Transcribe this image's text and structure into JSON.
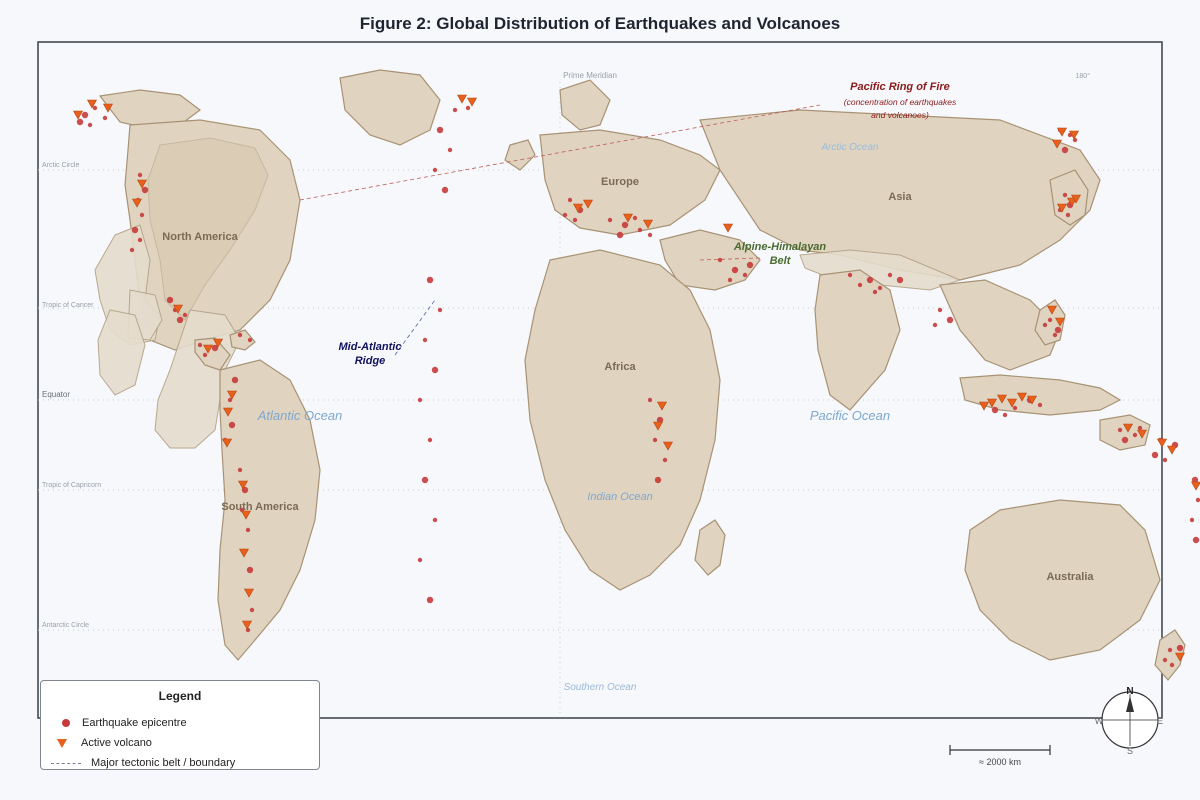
{
  "title": "Figure 2: Global Distribution of Earthquakes and Volcanoes",
  "colors": {
    "earthquake": "#c63a3a",
    "volcano": "#e8601c",
    "volcano_stroke": "#b54710",
    "ring_of_fire": "#8b1a1a",
    "ridge": "#12125e",
    "alpine": "#4a6b2f"
  },
  "continents": {
    "north_america": "North America",
    "south_america": "South America",
    "europe": "Europe",
    "africa": "Africa",
    "asia": "Asia",
    "australia": "Australia"
  },
  "oceans": {
    "atlantic": "Atlantic Ocean",
    "pacific": "Pacific Ocean",
    "indian": "Indian Ocean",
    "arctic": "Arctic Ocean",
    "southern": "Southern Ocean"
  },
  "grid": {
    "arctic_circle": "Arctic Circle",
    "tropic_cancer": "Tropic of Cancer",
    "equator": "Equator",
    "tropic_capricorn": "Tropic of Capricorn",
    "antarctic_circle": "Antarctic Circle",
    "prime_meridian": "Prime Meridian",
    "antimeridian": "180°"
  },
  "annotations": {
    "ring_title": "Pacific Ring of Fire",
    "ring_sub1": "(concentration of earthquakes",
    "ring_sub2": "and volcanoes)",
    "ridge_line1": "Mid-Atlantic",
    "ridge_line2": "Ridge",
    "alpine_line1": "Alpine-Himalayan",
    "alpine_line2": "Belt"
  },
  "legend": {
    "title": "Legend",
    "earthquake": "Earthquake epicentre",
    "volcano": "Active volcano",
    "belt": "Major tectonic belt / boundary"
  },
  "scale_label": "≈ 2000 km",
  "compass": {
    "n": "N",
    "s": "S",
    "e": "E",
    "w": "W"
  },
  "earthquakes": [
    [
      85,
      115
    ],
    [
      105,
      118
    ],
    [
      95,
      108
    ],
    [
      80,
      122
    ],
    [
      90,
      125
    ],
    [
      140,
      175
    ],
    [
      145,
      190
    ],
    [
      138,
      200
    ],
    [
      142,
      215
    ],
    [
      135,
      230
    ],
    [
      140,
      240
    ],
    [
      132,
      250
    ],
    [
      170,
      300
    ],
    [
      175,
      310
    ],
    [
      185,
      315
    ],
    [
      180,
      320
    ],
    [
      200,
      345
    ],
    [
      205,
      355
    ],
    [
      215,
      348
    ],
    [
      240,
      335
    ],
    [
      250,
      340
    ],
    [
      235,
      380
    ],
    [
      230,
      400
    ],
    [
      228,
      410
    ],
    [
      232,
      425
    ],
    [
      225,
      440
    ],
    [
      240,
      470
    ],
    [
      245,
      490
    ],
    [
      242,
      510
    ],
    [
      248,
      530
    ],
    [
      250,
      570
    ],
    [
      252,
      610
    ],
    [
      248,
      630
    ],
    [
      440,
      130
    ],
    [
      450,
      150
    ],
    [
      435,
      170
    ],
    [
      445,
      190
    ],
    [
      455,
      110
    ],
    [
      468,
      108
    ],
    [
      430,
      280
    ],
    [
      440,
      310
    ],
    [
      425,
      340
    ],
    [
      435,
      370
    ],
    [
      420,
      400
    ],
    [
      430,
      440
    ],
    [
      425,
      480
    ],
    [
      435,
      520
    ],
    [
      420,
      560
    ],
    [
      430,
      600
    ],
    [
      570,
      200
    ],
    [
      565,
      215
    ],
    [
      580,
      210
    ],
    [
      575,
      220
    ],
    [
      610,
      220
    ],
    [
      625,
      225
    ],
    [
      635,
      218
    ],
    [
      640,
      230
    ],
    [
      620,
      235
    ],
    [
      650,
      235
    ],
    [
      720,
      260
    ],
    [
      735,
      270
    ],
    [
      745,
      275
    ],
    [
      730,
      280
    ],
    [
      750,
      265
    ],
    [
      850,
      275
    ],
    [
      860,
      285
    ],
    [
      870,
      280
    ],
    [
      880,
      288
    ],
    [
      890,
      275
    ],
    [
      900,
      280
    ],
    [
      875,
      292
    ],
    [
      940,
      310
    ],
    [
      950,
      320
    ],
    [
      935,
      325
    ],
    [
      1050,
      320
    ],
    [
      1058,
      330
    ],
    [
      1045,
      325
    ],
    [
      1055,
      335
    ],
    [
      995,
      410
    ],
    [
      1005,
      415
    ],
    [
      1015,
      408
    ],
    [
      1030,
      400
    ],
    [
      1040,
      405
    ],
    [
      1120,
      430
    ],
    [
      1125,
      440
    ],
    [
      1135,
      435
    ],
    [
      1140,
      428
    ],
    [
      1155,
      455
    ],
    [
      1165,
      460
    ],
    [
      1160,
      440
    ],
    [
      1175,
      445
    ],
    [
      1060,
      130
    ],
    [
      1070,
      135
    ],
    [
      1065,
      150
    ],
    [
      1075,
      140
    ],
    [
      1065,
      195
    ],
    [
      1070,
      205
    ],
    [
      1060,
      210
    ],
    [
      1068,
      215
    ],
    [
      1195,
      480
    ],
    [
      1198,
      500
    ],
    [
      1192,
      520
    ],
    [
      1196,
      540
    ],
    [
      1170,
      650
    ],
    [
      1172,
      665
    ],
    [
      1180,
      648
    ],
    [
      1165,
      660
    ],
    [
      650,
      400
    ],
    [
      660,
      420
    ],
    [
      655,
      440
    ],
    [
      665,
      460
    ],
    [
      658,
      480
    ]
  ],
  "volcanoes": [
    [
      78,
      115
    ],
    [
      92,
      104
    ],
    [
      108,
      108
    ],
    [
      142,
      184
    ],
    [
      137,
      203
    ],
    [
      178,
      309
    ],
    [
      208,
      349
    ],
    [
      218,
      343
    ],
    [
      232,
      395
    ],
    [
      228,
      412
    ],
    [
      227,
      443
    ],
    [
      243,
      485
    ],
    [
      246,
      515
    ],
    [
      244,
      553
    ],
    [
      249,
      593
    ],
    [
      247,
      625
    ],
    [
      462,
      99
    ],
    [
      472,
      102
    ],
    [
      578,
      208
    ],
    [
      588,
      204
    ],
    [
      628,
      218
    ],
    [
      648,
      224
    ],
    [
      728,
      228
    ],
    [
      1052,
      310
    ],
    [
      1060,
      322
    ],
    [
      984,
      406
    ],
    [
      992,
      403
    ],
    [
      1002,
      399
    ],
    [
      1012,
      403
    ],
    [
      1022,
      397
    ],
    [
      1032,
      400
    ],
    [
      1128,
      428
    ],
    [
      1142,
      434
    ],
    [
      1162,
      443
    ],
    [
      1172,
      450
    ],
    [
      1057,
      144
    ],
    [
      1062,
      132
    ],
    [
      1074,
      135
    ],
    [
      1062,
      208
    ],
    [
      1072,
      202
    ],
    [
      1076,
      199
    ],
    [
      1196,
      486
    ],
    [
      1180,
      657
    ],
    [
      662,
      406
    ],
    [
      658,
      426
    ],
    [
      668,
      446
    ]
  ]
}
